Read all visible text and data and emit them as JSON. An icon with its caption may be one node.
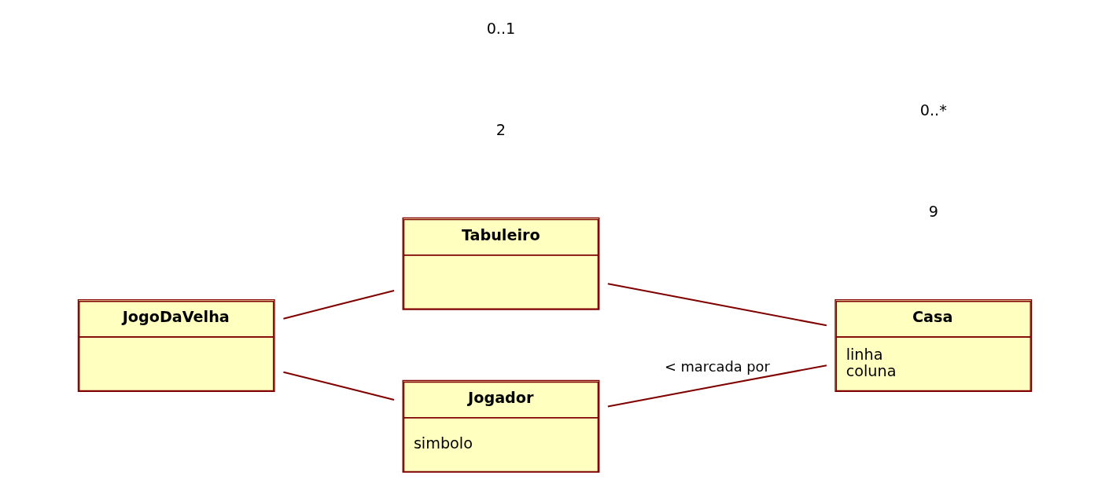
{
  "diagram": {
    "nodes": [
      {
        "text": [
          "Tabuleiro"
        ]
      },
      {
        "text": [
          "Casa",
          "linha",
          "coluna"
        ]
      },
      {
        "text": [
          "JogoDaVelha"
        ]
      },
      {
        "text": [
          "Jogador",
          "simbolo"
        ]
      }
    ],
    "edges": [
      {
        "from": 2,
        "to": 0,
        "arrow": "none"
      },
      {
        "from": 0,
        "to": 1,
        "arrow": "none"
      },
      {
        "from": 2,
        "to": 3,
        "arrow": "none"
      },
      {
        "from": 3,
        "to": 1,
        "arrow": "none",
        "label": "< marcada por"
      }
    ],
    "labels": [
      "9",
      "0..*",
      "2",
      "0..1"
    ]
  }
}
